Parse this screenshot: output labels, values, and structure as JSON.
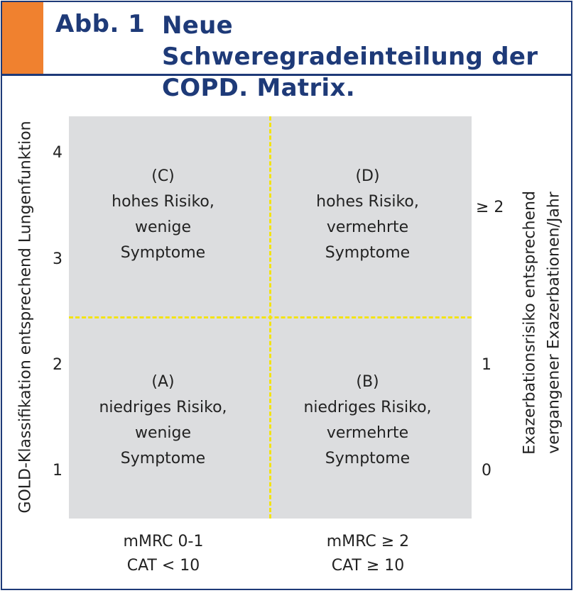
{
  "header": {
    "figure_number": "Abb. 1",
    "title": "Neue Schweregradeinteilung der COPD. Matrix.",
    "accent_color": "#f0812f",
    "title_color": "#1e3a78"
  },
  "matrix": {
    "quadrants": {
      "C": {
        "letter": "(C)",
        "line1": "hohes Risiko,",
        "line2": "wenige",
        "line3": "Symptome"
      },
      "D": {
        "letter": "(D)",
        "line1": "hohes Risiko,",
        "line2": "vermehrte",
        "line3": "Symptome"
      },
      "A": {
        "letter": "(A)",
        "line1": "niedriges Risiko,",
        "line2": "wenige",
        "line3": "Symptome"
      },
      "B": {
        "letter": "(B)",
        "line1": "niedriges Risiko,",
        "line2": "vermehrte",
        "line3": "Symptome"
      }
    },
    "background_color": "#dcdddf",
    "divider_color": "#f3e312"
  },
  "left_axis": {
    "label": "GOLD-Klassifikation entsprechend Lungenfunktion",
    "ticks": [
      "4",
      "3",
      "2",
      "1"
    ]
  },
  "right_axis": {
    "label_line1": "Exazerbationsrisiko entsprechend",
    "label_line2": "vergangener Exazerbationen/Jahr",
    "ticks": [
      "≥ 2",
      "1",
      "0"
    ]
  },
  "bottom_axis": {
    "left": {
      "line1": "mMRC 0-1",
      "line2": "CAT < 10"
    },
    "right": {
      "line1": "mMRC ≥ 2",
      "line2": "CAT ≥ 10"
    }
  }
}
